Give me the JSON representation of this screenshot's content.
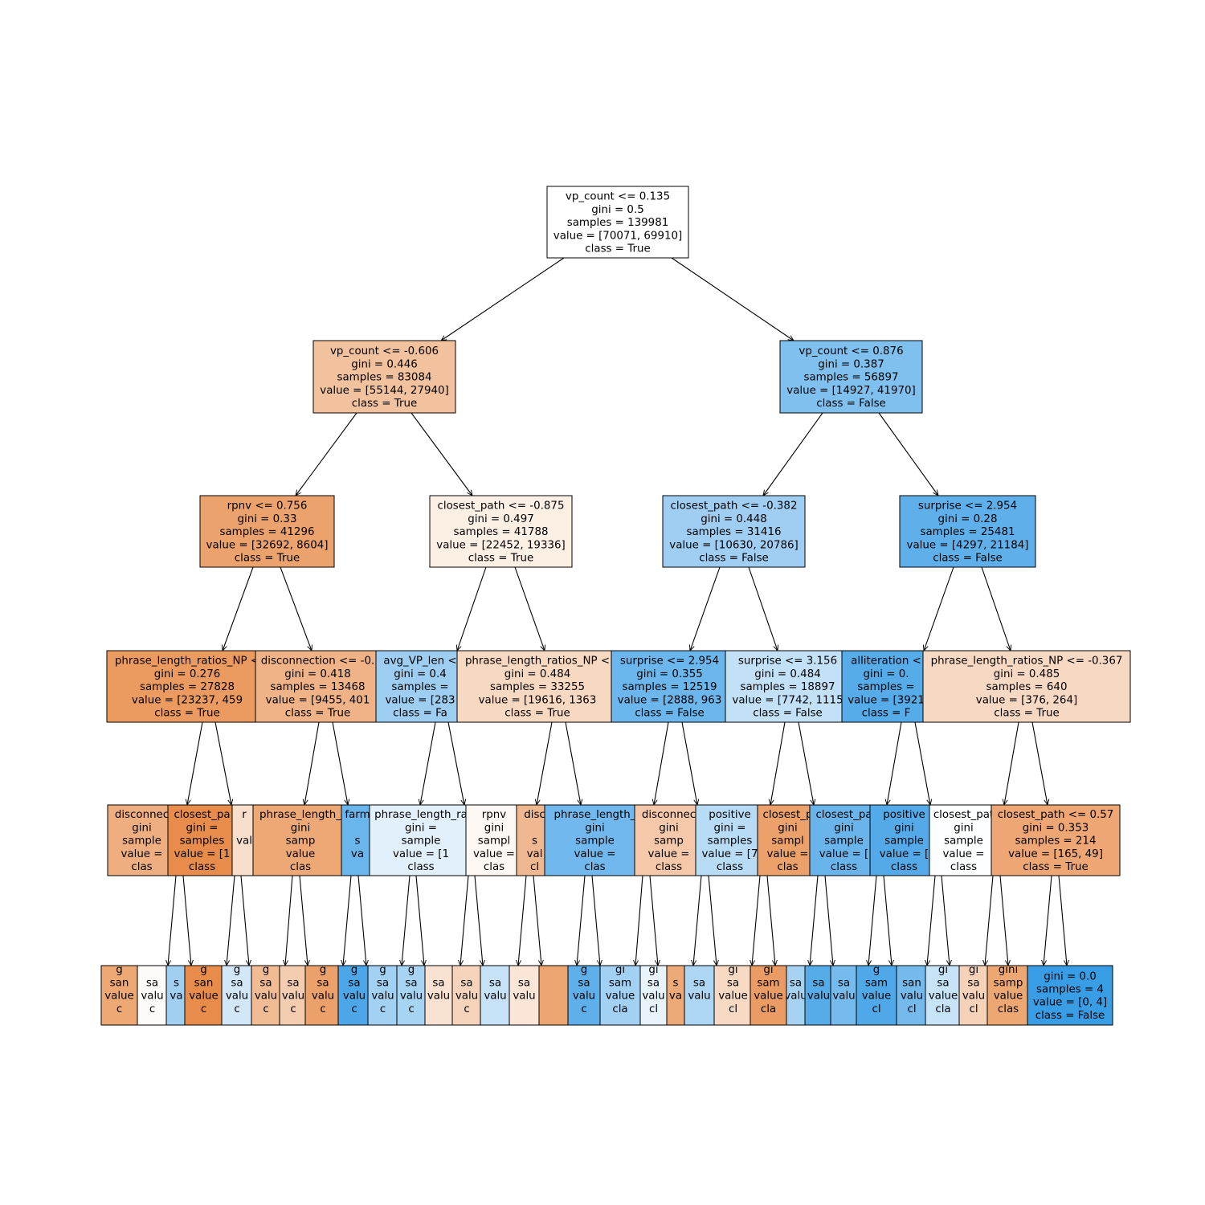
{
  "nodes": [
    {
      "id": "n0",
      "lines": [
        "vp_count <= 0.135",
        "gini = 0.5",
        "samples = 139981",
        "value = [70071, 69910]",
        "class = True"
      ],
      "color": "#ffffff"
    },
    {
      "id": "n1",
      "lines": [
        "vp_count <= -0.606",
        "gini = 0.446",
        "samples = 83084",
        "value = [55144, 27940]",
        "class = True"
      ],
      "color": "#f2c19d"
    },
    {
      "id": "n2",
      "lines": [
        "vp_count <= 0.876",
        "gini = 0.387",
        "samples = 56897",
        "value = [14927, 41970]",
        "class = False"
      ],
      "color": "#7fc0ee"
    },
    {
      "id": "n3",
      "lines": [
        "rpnv <= 0.756",
        "gini = 0.33",
        "samples = 41296",
        "value = [32692, 8604]",
        "class = True"
      ],
      "color": "#eca26d"
    },
    {
      "id": "n4",
      "lines": [
        "closest_path <= -0.875",
        "gini = 0.497",
        "samples = 41788",
        "value = [22452, 19336]",
        "class = True"
      ],
      "color": "#fcefe4"
    },
    {
      "id": "n5",
      "lines": [
        "closest_path <= -0.382",
        "gini = 0.448",
        "samples = 31416",
        "value = [10630, 20786]",
        "class = False"
      ],
      "color": "#9fcef2"
    },
    {
      "id": "n6",
      "lines": [
        "surprise <= 2.954",
        "gini = 0.28",
        "samples = 25481",
        "value = [4297, 21184]",
        "class = False"
      ],
      "color": "#5fb0ea"
    },
    {
      "id": "n7",
      "lines": [
        "phrase_length_ratios_NP <",
        "gini = 0.276",
        "samples = 27828",
        "value = [23237, 459",
        "class = True"
      ],
      "color": "#eb9a60"
    },
    {
      "id": "n8",
      "lines": [
        "disconnection <= -0.",
        "gini = 0.418",
        "samples = 13468",
        "value = [9455, 401",
        "class = True"
      ],
      "color": "#efb387"
    },
    {
      "id": "n9",
      "lines": [
        "avg_VP_len <",
        "gini = 0.4",
        "samples =",
        "value = [283",
        "class = Fa"
      ],
      "color": "#9dcef2"
    },
    {
      "id": "n10",
      "lines": [
        "phrase_length_ratios_NP <",
        "gini = 0.484",
        "samples = 33255",
        "value = [19616, 1363",
        "class = True"
      ],
      "color": "#f7d8c1"
    },
    {
      "id": "n11",
      "lines": [
        "surprise <= 2.954",
        "gini = 0.355",
        "samples = 12519",
        "value = [2888, 963",
        "class = False"
      ],
      "color": "#6bb6ec"
    },
    {
      "id": "n12",
      "lines": [
        "surprise <= 3.156",
        "gini = 0.484",
        "samples = 18897",
        "value = [7742, 1115",
        "class = False"
      ],
      "color": "#c2e1f7"
    },
    {
      "id": "n13",
      "lines": [
        "alliteration <",
        "gini = 0.",
        "samples =",
        "value = [3921",
        "class = F"
      ],
      "color": "#56abe9"
    },
    {
      "id": "n14",
      "lines": [
        "phrase_length_ratios_NP <= -0.367",
        "gini = 0.485",
        "samples = 640",
        "value = [376, 264]",
        "class = True"
      ],
      "color": "#f7d9c3"
    },
    {
      "id": "n15",
      "lines": [
        "disconnec",
        "gini",
        "sample",
        "value =",
        "clas"
      ],
      "color": "#efae80"
    },
    {
      "id": "n16",
      "lines": [
        "closest_pa",
        "gini =",
        "samples",
        "value = [1",
        "class"
      ],
      "color": "#e78c4a"
    },
    {
      "id": "n17",
      "lines": [
        "r",
        "",
        "val",
        "",
        ""
      ],
      "color": "#f8dfcc"
    },
    {
      "id": "n18",
      "lines": [
        "phrase_length_",
        "gini",
        "samp",
        "value",
        "clas"
      ],
      "color": "#eda876"
    },
    {
      "id": "n19",
      "lines": [
        "farm",
        "",
        "s",
        "va",
        ""
      ],
      "color": "#6ab5eb"
    },
    {
      "id": "n20",
      "lines": [
        "phrase_length_ra",
        "gini =",
        "sample",
        "value = [1",
        "class"
      ],
      "color": "#e2f0fb"
    },
    {
      "id": "n21",
      "lines": [
        "rpnv",
        "gini",
        "sampl",
        "value =",
        "clas"
      ],
      "color": "#fef8f4"
    },
    {
      "id": "n22",
      "lines": [
        "disc",
        "",
        "s",
        "val",
        "cl"
      ],
      "color": "#f0b890"
    },
    {
      "id": "n23",
      "lines": [
        "phrase_length_",
        "gini",
        "sample",
        "value =",
        "clas"
      ],
      "color": "#70b8ed"
    },
    {
      "id": "n24",
      "lines": [
        "disconnec",
        "gini",
        "samp",
        "value =",
        "class"
      ],
      "color": "#f4c8a9"
    },
    {
      "id": "n25",
      "lines": [
        "positive",
        "gini =",
        "samples",
        "value = [7",
        "class"
      ],
      "color": "#b9dcf6"
    },
    {
      "id": "n26",
      "lines": [
        "closest_p",
        "gini",
        "sampl",
        "value =",
        "clas"
      ],
      "color": "#eca06a"
    },
    {
      "id": "n27",
      "lines": [
        "closest_pa",
        "gini",
        "sample",
        "value = [",
        "class"
      ],
      "color": "#68b4eb"
    },
    {
      "id": "n28",
      "lines": [
        "positive",
        "gini",
        "sample",
        "value = [",
        "class"
      ],
      "color": "#54aae9"
    },
    {
      "id": "n29",
      "lines": [
        "closest_pat",
        "gini",
        "sample",
        "value =",
        "class"
      ],
      "color": "#fdfeff"
    },
    {
      "id": "n30",
      "lines": [
        "closest_path <= 0.57",
        "gini = 0.353",
        "samples = 214",
        "value = [165, 49]",
        "class = True"
      ],
      "color": "#eda674"
    },
    {
      "id": "l0",
      "lines": [
        "g",
        "san",
        "value",
        "c",
        ""
      ],
      "color": "#eda874"
    },
    {
      "id": "l1",
      "lines": [
        "",
        "sa",
        "valu",
        "c",
        ""
      ],
      "color": "#fefaf7"
    },
    {
      "id": "l2",
      "lines": [
        "",
        "s",
        "va",
        "",
        ""
      ],
      "color": "#a0cff2"
    },
    {
      "id": "l3",
      "lines": [
        "g",
        "san",
        "value",
        "c",
        ""
      ],
      "color": "#e78c4a"
    },
    {
      "id": "l4",
      "lines": [
        "g",
        "sa",
        "valu",
        "c",
        ""
      ],
      "color": "#d2e8f9"
    },
    {
      "id": "l5",
      "lines": [
        "g",
        "sa",
        "valu",
        "c",
        ""
      ],
      "color": "#f1bb94"
    },
    {
      "id": "l6",
      "lines": [
        "",
        "sa",
        "valu",
        "c",
        ""
      ],
      "color": "#f4ccaf"
    },
    {
      "id": "l7",
      "lines": [
        "g",
        "sa",
        "valu",
        "c",
        ""
      ],
      "color": "#eca06a"
    },
    {
      "id": "l8",
      "lines": [
        "g",
        "sa",
        "valu",
        "c",
        ""
      ],
      "color": "#4ca6e7"
    },
    {
      "id": "l9",
      "lines": [
        "g",
        "sa",
        "valu",
        "c",
        ""
      ],
      "color": "#a2d1f3"
    },
    {
      "id": "l10",
      "lines": [
        "g",
        "sa",
        "valu",
        "c",
        ""
      ],
      "color": "#a8d4f4"
    },
    {
      "id": "l11",
      "lines": [
        "",
        "sa",
        "valu",
        "",
        ""
      ],
      "color": "#f9e2d1"
    },
    {
      "id": "l12",
      "lines": [
        "",
        "sa",
        "valu",
        "c",
        ""
      ],
      "color": "#f6d4bb"
    },
    {
      "id": "l13",
      "lines": [
        "",
        "sa",
        "valu",
        "",
        ""
      ],
      "color": "#c5e2f7"
    },
    {
      "id": "l14",
      "lines": [
        "",
        "sa",
        "valu",
        "",
        ""
      ],
      "color": "#fae5d6"
    },
    {
      "id": "l15",
      "lines": [
        "",
        "",
        "",
        "",
        ""
      ],
      "color": "#eca470"
    },
    {
      "id": "l16",
      "lines": [
        "g",
        "sa",
        "valu",
        "c",
        ""
      ],
      "color": "#5eafea"
    },
    {
      "id": "l17",
      "lines": [
        "gi",
        "sam",
        "value",
        "cla",
        ""
      ],
      "color": "#a3d1f3"
    },
    {
      "id": "l18",
      "lines": [
        "gi",
        "sa",
        "valu",
        "cl",
        ""
      ],
      "color": "#e8f3fc"
    },
    {
      "id": "l19",
      "lines": [
        "",
        "s",
        "va",
        "",
        ""
      ],
      "color": "#eda978"
    },
    {
      "id": "l20",
      "lines": [
        "",
        "sa",
        "valu",
        "",
        ""
      ],
      "color": "#acd6f4"
    },
    {
      "id": "l21",
      "lines": [
        "gi",
        "sa",
        "value",
        "cl",
        ""
      ],
      "color": "#f7d9c4"
    },
    {
      "id": "l22",
      "lines": [
        "gi",
        "sam",
        "value",
        "cla",
        ""
      ],
      "color": "#eb9c64"
    },
    {
      "id": "l23",
      "lines": [
        "",
        "sa",
        "valu",
        "",
        ""
      ],
      "color": "#a7d3f3"
    },
    {
      "id": "l24",
      "lines": [
        "",
        "sa",
        "valu",
        "",
        ""
      ],
      "color": "#56abe9"
    },
    {
      "id": "l25",
      "lines": [
        "",
        "sa",
        "valu",
        "",
        ""
      ],
      "color": "#76bbed"
    },
    {
      "id": "l26",
      "lines": [
        "g",
        "sam",
        "value",
        "cl",
        ""
      ],
      "color": "#4fa8e8"
    },
    {
      "id": "l27",
      "lines": [
        "",
        "san",
        "valu",
        "cl",
        ""
      ],
      "color": "#74baed"
    },
    {
      "id": "l28",
      "lines": [
        "gi",
        "sa",
        "value",
        "cla",
        ""
      ],
      "color": "#c6e3f7"
    },
    {
      "id": "l29",
      "lines": [
        "gi",
        "sa",
        "valu",
        "cl",
        ""
      ],
      "color": "#f6d2b8"
    },
    {
      "id": "l30",
      "lines": [
        "gini",
        "samp",
        "value",
        "clas",
        ""
      ],
      "color": "#eda773"
    },
    {
      "id": "l31",
      "lines": [
        "gini = 0.0",
        "samples = 4",
        "value = [0, 4]",
        "class = False"
      ],
      "color": "#399de5"
    }
  ]
}
